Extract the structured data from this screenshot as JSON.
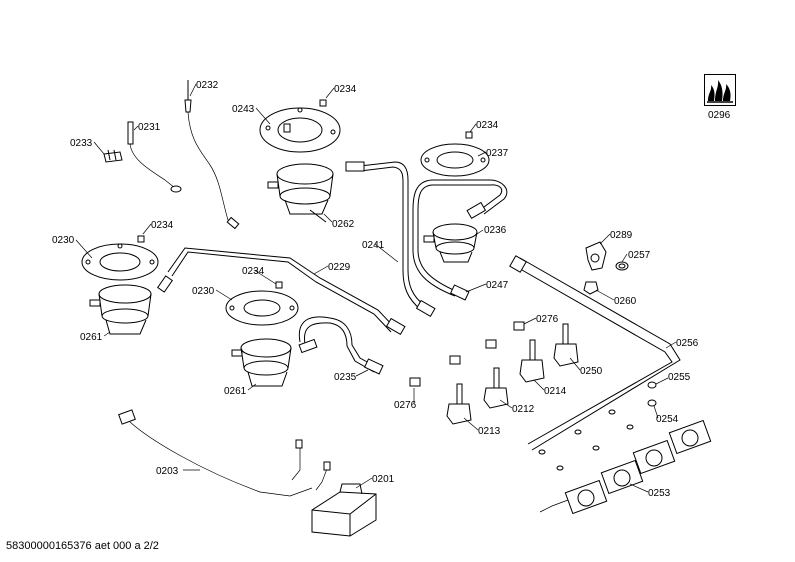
{
  "footer": {
    "text": "58300000165376 aet 000 a 2/2"
  },
  "labels": {
    "p0232": "0232",
    "p0234a": "0234",
    "p0243": "0243",
    "p0231": "0231",
    "p0233": "0233",
    "p0262": "0262",
    "p0234b": "0234",
    "p0237": "0237",
    "p0234c": "0234",
    "p0230a": "0230",
    "p0241": "0241",
    "p0236": "0236",
    "p0289": "0289",
    "p0257": "0257",
    "p0260": "0260",
    "p0234d": "0234",
    "p0229": "0229",
    "p0247": "0247",
    "p0230b": "0230",
    "p0261a": "0261",
    "p0276a": "0276",
    "p0256": "0256",
    "p0250": "0250",
    "p0235": "0235",
    "p0214": "0214",
    "p0255": "0255",
    "p0261b": "0261",
    "p0276b": "0276",
    "p0212": "0212",
    "p0254": "0254",
    "p0213": "0213",
    "p0203": "0203",
    "p0201": "0201",
    "p0253": "0253",
    "p0296": "0296"
  },
  "icons": {
    "flame": "flame-icon"
  }
}
